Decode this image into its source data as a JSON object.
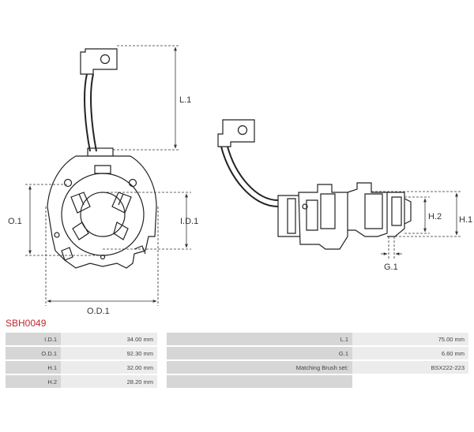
{
  "drawing": {
    "left_view": {
      "label_l1": "L.1",
      "label_od1": "O.D.1",
      "label_o1": "O.1",
      "label_id1": "I.D.1"
    },
    "right_view": {
      "label_h1": "H.1",
      "label_h2": "H.2",
      "label_g1": "G.1"
    }
  },
  "part_code": "SBH0049",
  "specs": {
    "rows": [
      {
        "l_label": "I.D.1",
        "l_value": "34.00 mm",
        "r_label": "L.1",
        "r_value": "75.00 mm"
      },
      {
        "l_label": "O.D.1",
        "l_value": "92.30 mm",
        "r_label": "G.1",
        "r_value": "6.60 mm"
      },
      {
        "l_label": "H.1",
        "l_value": "32.00 mm",
        "r_label": "Matching Brush set:",
        "r_value": "BSX222-223"
      },
      {
        "l_label": "H.2",
        "l_value": "28.20 mm",
        "r_label": "",
        "r_value": ""
      }
    ]
  }
}
